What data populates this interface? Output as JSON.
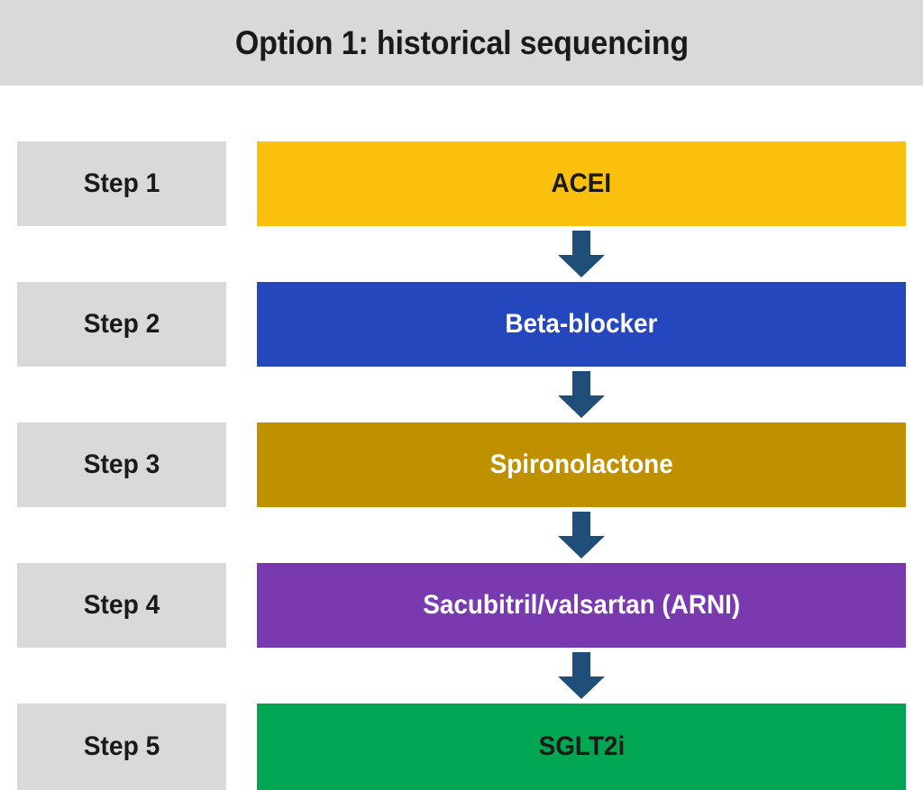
{
  "header": {
    "title": "Option 1: historical sequencing",
    "background_color": "#d9d9d9"
  },
  "palette": {
    "page_background": "#ffffff",
    "step_box_background": "#d9d9d9",
    "step_box_text": "#1a1a1a",
    "arrow_color": "#1f4e79",
    "yellow": "#fbc00d",
    "blue": "#2547be",
    "gold": "#bf9000",
    "purple": "#7a3aaf",
    "green": "#00a651"
  },
  "flow": {
    "arrow_icon_name": "down-arrow-icon",
    "arrow_count": 4,
    "steps": [
      {
        "step_label": "Step 1",
        "drug_label": "ACEI",
        "bar_color": "#fbc00d",
        "text_color": "#1a1a1a"
      },
      {
        "step_label": "Step 2",
        "drug_label": "Beta-blocker",
        "bar_color": "#2547be",
        "text_color": "#ffffff"
      },
      {
        "step_label": "Step 3",
        "drug_label": "Spironolactone",
        "bar_color": "#bf9000",
        "text_color": "#ffffff"
      },
      {
        "step_label": "Step 4",
        "drug_label": "Sacubitril/valsartan (ARNI)",
        "bar_color": "#7a3aaf",
        "text_color": "#ffffff"
      },
      {
        "step_label": "Step 5",
        "drug_label": "SGLT2i",
        "bar_color": "#00a651",
        "text_color": "#1a1a1a"
      }
    ]
  }
}
